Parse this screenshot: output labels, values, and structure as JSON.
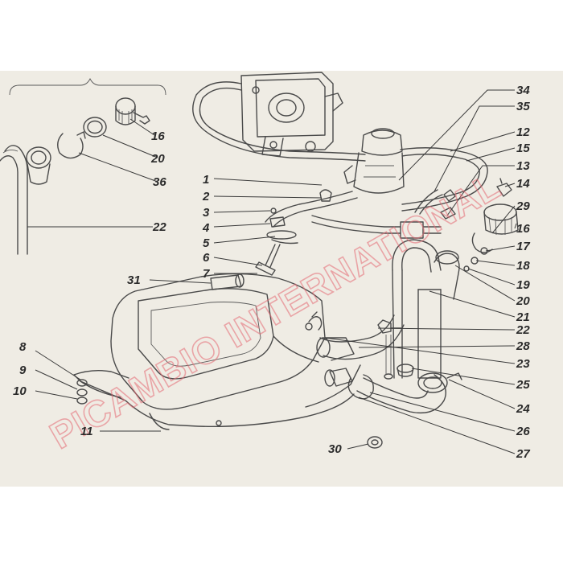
{
  "watermark": "PICAMBIO INTERNATIONAL",
  "colors": {
    "paper": "#efece4",
    "ink": "#4a4a4a",
    "watermark": "#e56a74"
  },
  "callouts": [
    {
      "label": "1"
    },
    {
      "label": "2"
    },
    {
      "label": "3"
    },
    {
      "label": "4"
    },
    {
      "label": "5"
    },
    {
      "label": "6"
    },
    {
      "label": "7"
    },
    {
      "label": "8"
    },
    {
      "label": "9"
    },
    {
      "label": "10"
    },
    {
      "label": "11"
    },
    {
      "label": "12"
    },
    {
      "label": "13"
    },
    {
      "label": "14"
    },
    {
      "label": "15"
    },
    {
      "label": "16"
    },
    {
      "label": "16"
    },
    {
      "label": "17"
    },
    {
      "label": "18"
    },
    {
      "label": "19"
    },
    {
      "label": "20"
    },
    {
      "label": "20"
    },
    {
      "label": "21"
    },
    {
      "label": "22"
    },
    {
      "label": "22"
    },
    {
      "label": "23"
    },
    {
      "label": "24"
    },
    {
      "label": "25"
    },
    {
      "label": "26"
    },
    {
      "label": "27"
    },
    {
      "label": "28"
    },
    {
      "label": "29"
    },
    {
      "label": "30"
    },
    {
      "label": "31"
    },
    {
      "label": "34"
    },
    {
      "label": "35"
    },
    {
      "label": "36"
    }
  ]
}
